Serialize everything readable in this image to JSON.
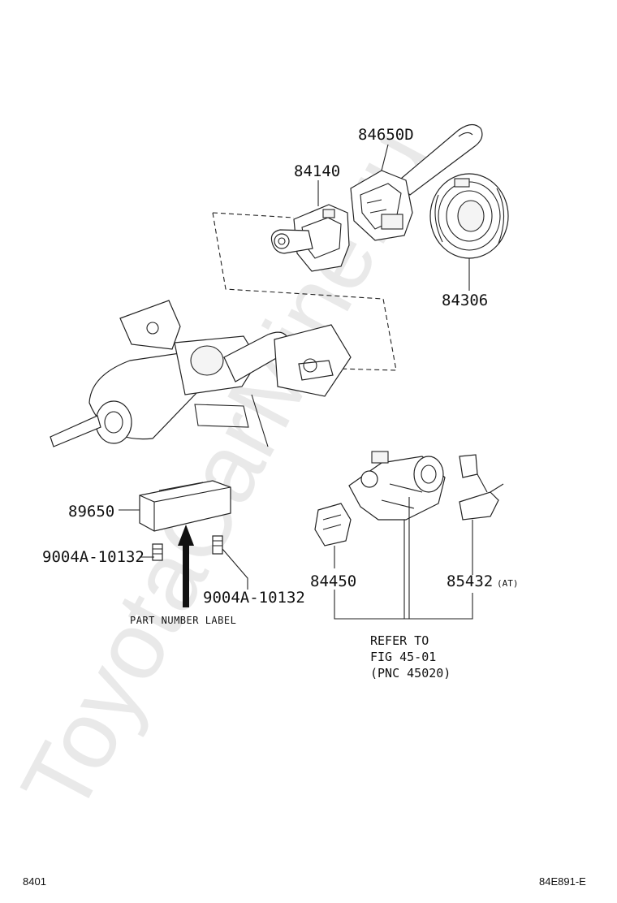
{
  "watermark": "ToyotaCarMine.ru",
  "parts": {
    "p84650D": "84650D",
    "p84140": "84140",
    "p84306": "84306",
    "p89650": "89650",
    "p9004A_left": "9004A-10132",
    "p9004A_right": "9004A-10132",
    "p84450": "84450",
    "p85432": "85432",
    "p85432_note": "(AT)"
  },
  "labels": {
    "part_number_label": "PART NUMBER LABEL",
    "refer_line1": "REFER TO",
    "refer_line2": "FIG 45-01",
    "refer_line3": "(PNC 45020)"
  },
  "footer": {
    "page_code": "8401",
    "figure_code": "84E891-E"
  }
}
